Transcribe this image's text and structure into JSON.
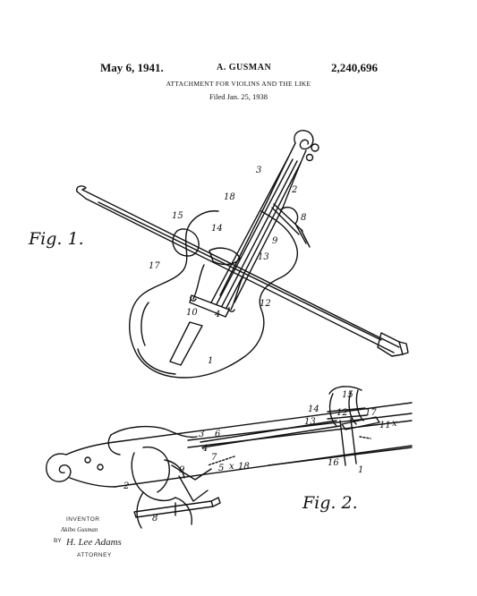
{
  "header": {
    "date": "May 6, 1941.",
    "inventor": "A. GUSMAN",
    "patent_number": "2,240,696",
    "title": "ATTACHMENT FOR VIOLINS AND THE LIKE",
    "filed": "Filed Jan. 25, 1938"
  },
  "figures": {
    "fig1_label": "Fig. 1.",
    "fig2_label": "Fig. 2.",
    "fig1_numbers": [
      "3",
      "2",
      "18",
      "15",
      "14",
      "8",
      "9",
      "17",
      "13",
      "10",
      "4",
      "12",
      "1"
    ],
    "fig2_numbers": [
      "14",
      "15",
      "13",
      "12",
      "17",
      "11",
      "x",
      "3",
      "6",
      "4",
      "7",
      "9",
      "5",
      "x",
      "18",
      "16",
      "1",
      "2",
      "8"
    ]
  },
  "signature": {
    "inventor_label": "INVENTOR",
    "inventor_name": "Akibo Gusman",
    "by": "BY",
    "attorney_sign": "H. Lee Adams",
    "attorney_label": "ATTORNEY"
  },
  "colors": {
    "ink": "#111111",
    "paper": "#ffffff"
  }
}
